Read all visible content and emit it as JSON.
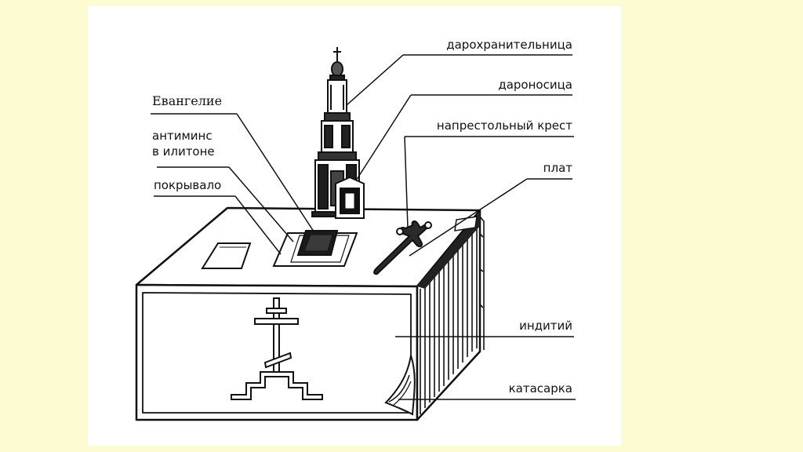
{
  "slide": {
    "background": "#fdfbd1",
    "panel": "#ffffff",
    "ink": "#111111"
  },
  "labels": {
    "darokhranitelnitsa": "дарохранительница",
    "daronositsa": "дароносица",
    "evangelie": "Евангелие",
    "napr_krest": "напрестольный крест",
    "antimins_1": "антиминс",
    "antimins_2": "в илитоне",
    "plat": "плат",
    "pokryvalo": "покрывало",
    "indity": "индитий",
    "katasarka": "катасарка"
  }
}
